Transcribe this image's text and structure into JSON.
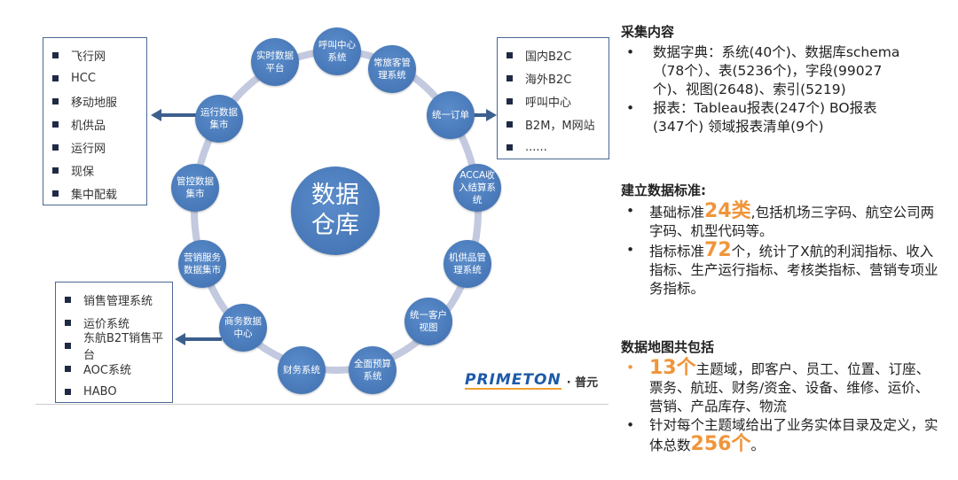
{
  "left_top_box": {
    "items": [
      "飞行网",
      "HCC",
      "移动地服",
      "机供品",
      "运行网",
      "现保",
      "集中配载"
    ]
  },
  "right_top_box": {
    "items": [
      "国内B2C",
      "海外B2C",
      "呼叫中心",
      "B2M，M网站",
      "......"
    ]
  },
  "left_bottom_box": {
    "items": [
      "销售管理系统",
      "运价系统",
      "东航B2T销售平台",
      "AOC系统",
      "HABO"
    ]
  },
  "center": {
    "line1": "数据",
    "line2": "仓库"
  },
  "nodes": [
    "呼叫中心系统",
    "常旅客管理系统",
    "统一订单",
    "ACCA收入结算系统",
    "机供品管理系统",
    "统一客户视图",
    "全面预算系统",
    "财务系统",
    "商务数据中心",
    "营销服务数据集市",
    "管控数据集市",
    "运行数据集市",
    "实时数据平台"
  ],
  "logo": {
    "brand": "PRIMETON",
    "cn": "· 普元"
  },
  "colors": {
    "node": "#4a7bbd",
    "ring": "#c3c9de",
    "highlight": "#f0953a"
  },
  "right": {
    "s1": {
      "title": "采集内容",
      "b1": "数据字典：系统(40个)、数据库schema（78个）、表(5236个)，字段(99027个)、视图(2648)、索引(5219)",
      "b2": "报表：Tableau报表(247个) BO报表(347个) 领域报表清单(9个)"
    },
    "s2": {
      "title": "建立数据标准:",
      "b1_pre": "基础标准",
      "b1_hl": "24类",
      "b1_post": ",包括机场三字码、航空公司两字码、机型代码等。",
      "b2_pre": "指标标准",
      "b2_hl": "72",
      "b2_post": "个，统计了X航的利润指标、收入指标、生产运行指标、考核类指标、营销专项业务指标。"
    },
    "s3": {
      "title": "数据地图共包括",
      "b1_hl": "13个",
      "b1_post": "主题域，即客户、员工、位置、订座、票务、航班、财务/资金、设备、维修、运价、营销、产品库存、物流",
      "b2_pre": "针对每个主题域给出了业务实体目录及定义，实体总数",
      "b2_hl": "256个",
      "b2_post": "。"
    }
  }
}
